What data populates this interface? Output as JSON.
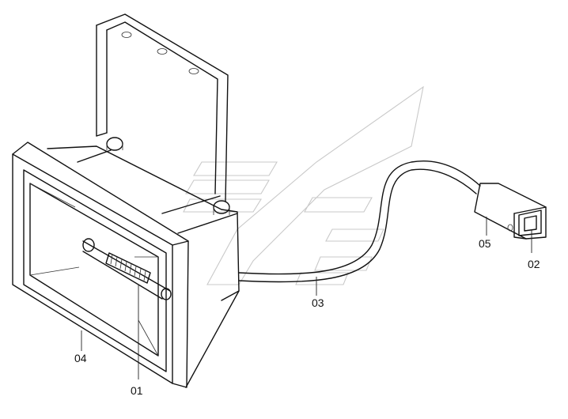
{
  "callouts": {
    "c01": "01",
    "c02": "02",
    "c03": "03",
    "c04": "04",
    "c05": "05"
  },
  "colors": {
    "line": "#111111",
    "watermark": "#c9c9c9",
    "background": "#ffffff"
  }
}
